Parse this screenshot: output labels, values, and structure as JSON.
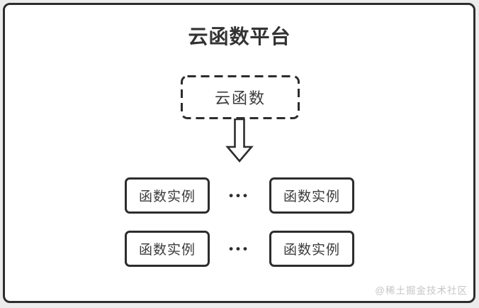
{
  "page": {
    "title": "云函数平台",
    "cloud_function": {
      "label": "云函数"
    },
    "instances": {
      "rows": [
        {
          "left": "函数实例",
          "ellipsis": "•••",
          "right": "函数实例"
        },
        {
          "left": "函数实例",
          "ellipsis": "•••",
          "right": "函数实例"
        }
      ]
    },
    "watermark": "@稀土掘金技术社区",
    "icons": {
      "arrow": "down-block-arrow-icon"
    },
    "colors": {
      "outline": "#2d2d2d",
      "text": "#3b3b3b",
      "title_text": "#333333",
      "background": "#ececec",
      "card": "#ffffff",
      "watermark": "#c6c6c6"
    }
  }
}
